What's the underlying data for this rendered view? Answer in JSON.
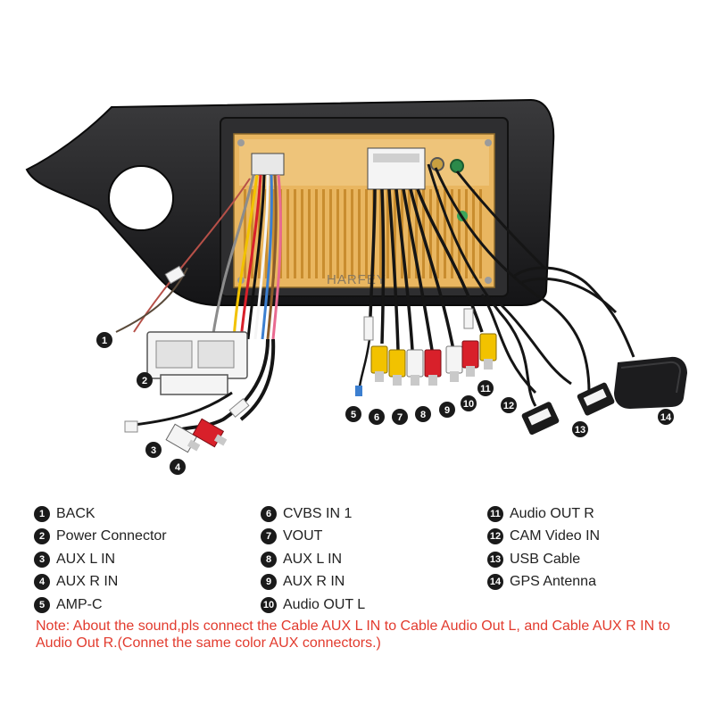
{
  "brand": "HARFEY",
  "callouts": [
    "1",
    "2",
    "3",
    "4",
    "5",
    "6",
    "7",
    "8",
    "9",
    "10",
    "11",
    "12",
    "13",
    "14"
  ],
  "legend": {
    "col1": [
      {
        "num": "1",
        "label": "BACK"
      },
      {
        "num": "2",
        "label": "Power Connector"
      },
      {
        "num": "3",
        "label": "AUX L IN"
      },
      {
        "num": "4",
        "label": "AUX R IN"
      },
      {
        "num": "5",
        "label": "AMP-C"
      }
    ],
    "col2": [
      {
        "num": "6",
        "label": "CVBS IN 1"
      },
      {
        "num": "7",
        "label": "VOUT"
      },
      {
        "num": "8",
        "label": "AUX L IN"
      },
      {
        "num": "9",
        "label": "AUX R IN"
      },
      {
        "num": "10",
        "label": "Audio OUT L"
      }
    ],
    "col3": [
      {
        "num": "11",
        "label": "Audio OUT R"
      },
      {
        "num": "12",
        "label": "CAM Video IN"
      },
      {
        "num": "13",
        "label": "USB Cable"
      },
      {
        "num": "14",
        "label": "GPS Antenna"
      }
    ]
  },
  "note": "Note: About the sound,pls connect the Cable AUX L IN to Cable Audio Out L, and Cable AUX R IN to  Audio Out R.(Connet the same color AUX connectors.)",
  "colors": {
    "note": "#e23b2e",
    "panel": "#e9b660",
    "frame": "#1c1c1e",
    "rca_red": "#d8202a",
    "rca_yellow": "#f2c200",
    "rca_white": "#f4f4f4"
  }
}
